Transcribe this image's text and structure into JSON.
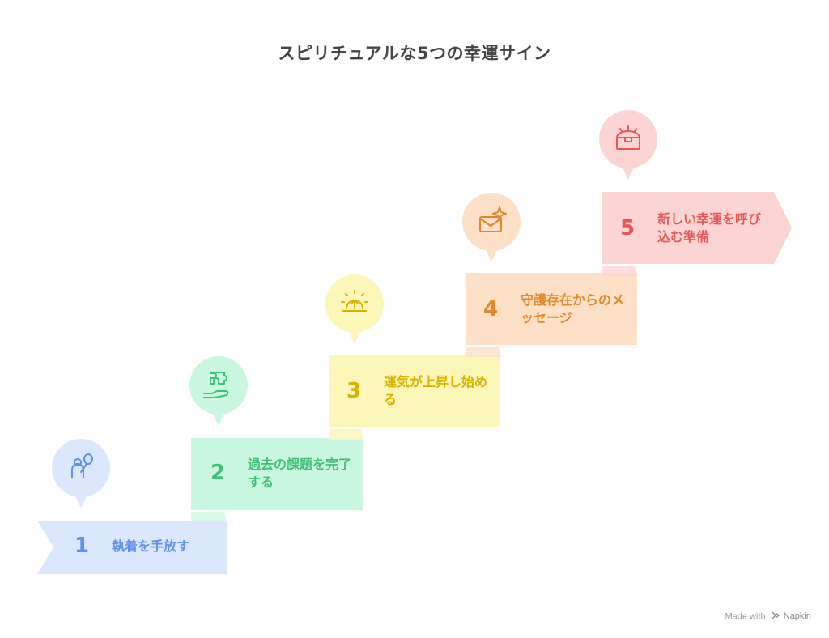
{
  "title": "スピリチュアルな5つの幸運サイン",
  "steps": [
    {
      "number": "1",
      "label": "執着を手放す",
      "icon": "person-balloon-icon",
      "color": "#5b8ff0",
      "fill": "#dbe7fd",
      "pin": "#dbe7fd"
    },
    {
      "number": "2",
      "label": "過去の課題を完了する",
      "icon": "hand-puzzle-icon",
      "color": "#3fbf78",
      "fill": "#c9f7df",
      "pin": "#c9f7df"
    },
    {
      "number": "3",
      "label": "運気が上昇し始める",
      "icon": "sunrise-icon",
      "color": "#d6b300",
      "fill": "#fdf6b9",
      "pin": "#fdf6b9"
    },
    {
      "number": "4",
      "label": "守護存在からのメッセージ",
      "icon": "envelope-sparkle-icon",
      "color": "#e0892c",
      "fill": "#fde0c5",
      "pin": "#fde0c5"
    },
    {
      "number": "5",
      "label": "新しい幸運を呼び込む準備",
      "icon": "treasure-chest-icon",
      "color": "#e65858",
      "fill": "#fdd4d4",
      "pin": "#fdd4d4"
    }
  ],
  "footer": {
    "made_with": "Made with",
    "brand": "Napkin"
  }
}
